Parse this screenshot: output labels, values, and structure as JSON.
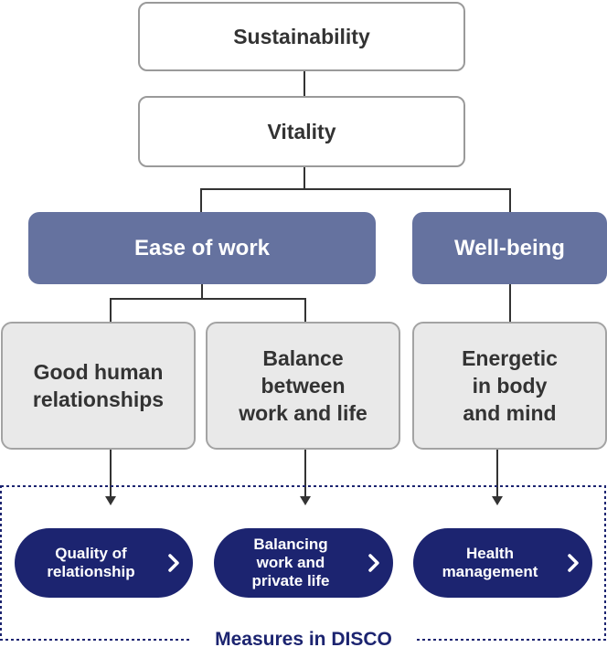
{
  "levels": {
    "sustainability": "Sustainability",
    "vitality": "Vitality"
  },
  "categories": {
    "ease_of_work": "Ease of work",
    "well_being": "Well-being"
  },
  "factors": {
    "good_human_relationships": "Good human\nrelationships",
    "balance_work_life": "Balance\nbetween\nwork and life",
    "energetic": "Energetic\nin body\nand mind"
  },
  "measures": {
    "title": "Measures in DISCO",
    "items": [
      {
        "label": "Quality of\nrelationship"
      },
      {
        "label": "Balancing\nwork and\nprivate life"
      },
      {
        "label": "Health\nmanagement"
      }
    ]
  },
  "colors": {
    "category_fill": "#65729f",
    "measure_fill": "#1c2470",
    "factor_fill": "#e9e9e9",
    "connector": "#333333"
  }
}
